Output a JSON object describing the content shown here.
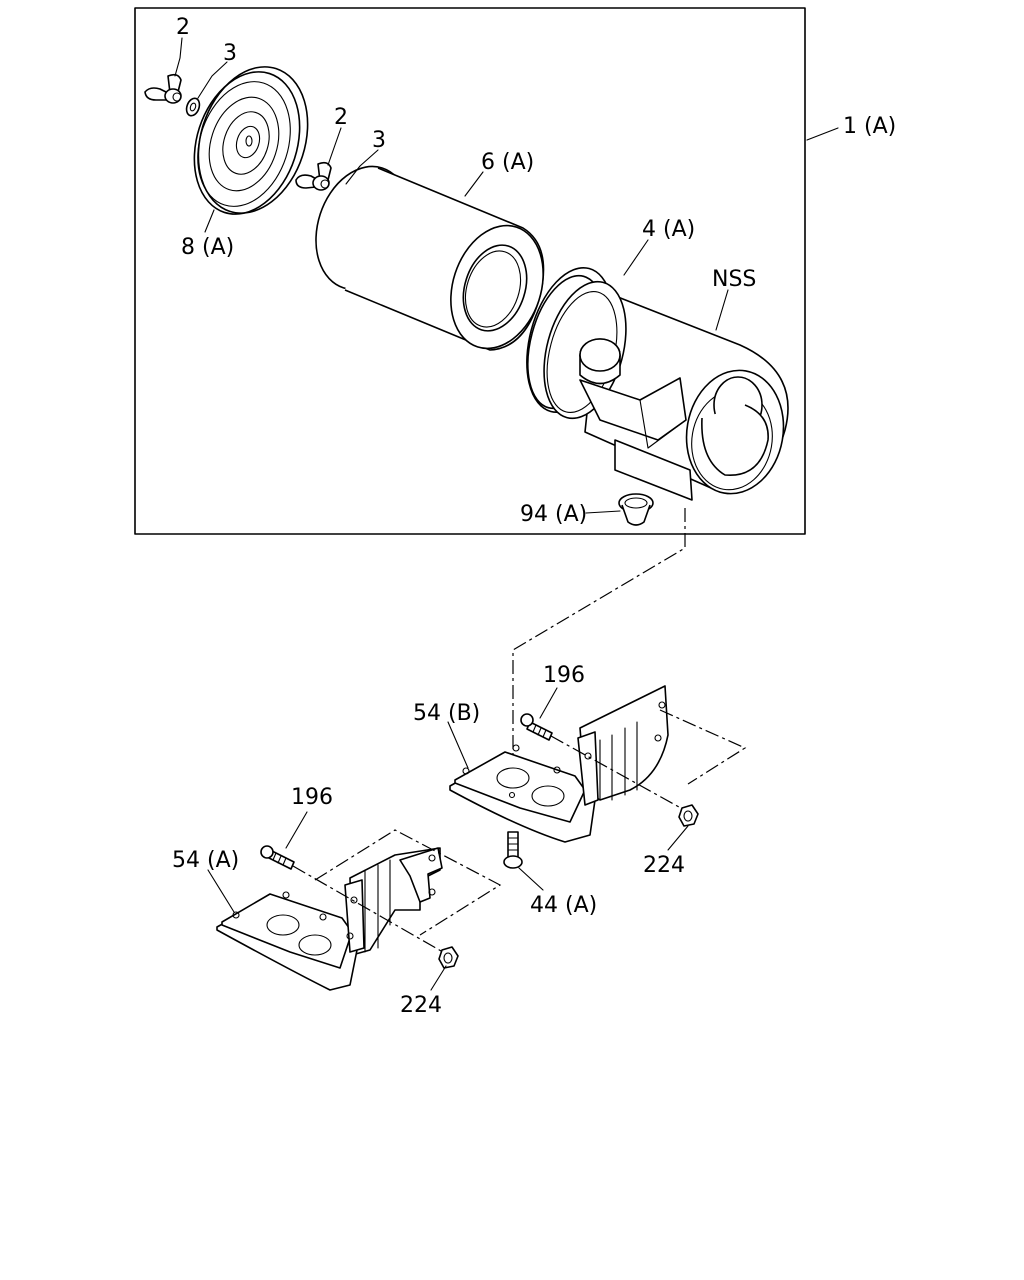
{
  "labels": {
    "assembly": "1 (A)",
    "wing_nut_top": "2",
    "washer_top": "3",
    "wing_nut_mid": "2",
    "washer_mid": "3",
    "cover": "8 (A)",
    "element": "6 (A)",
    "body": "4 (A)",
    "nss": "NSS",
    "valve": "94 (A)",
    "bracket_b": "54 (B)",
    "bolt_b": "196",
    "nut_b": "224",
    "mount_bolt": "44 (A)",
    "bracket_a": "54 (A)",
    "bolt_a": "196",
    "nut_a": "224"
  }
}
